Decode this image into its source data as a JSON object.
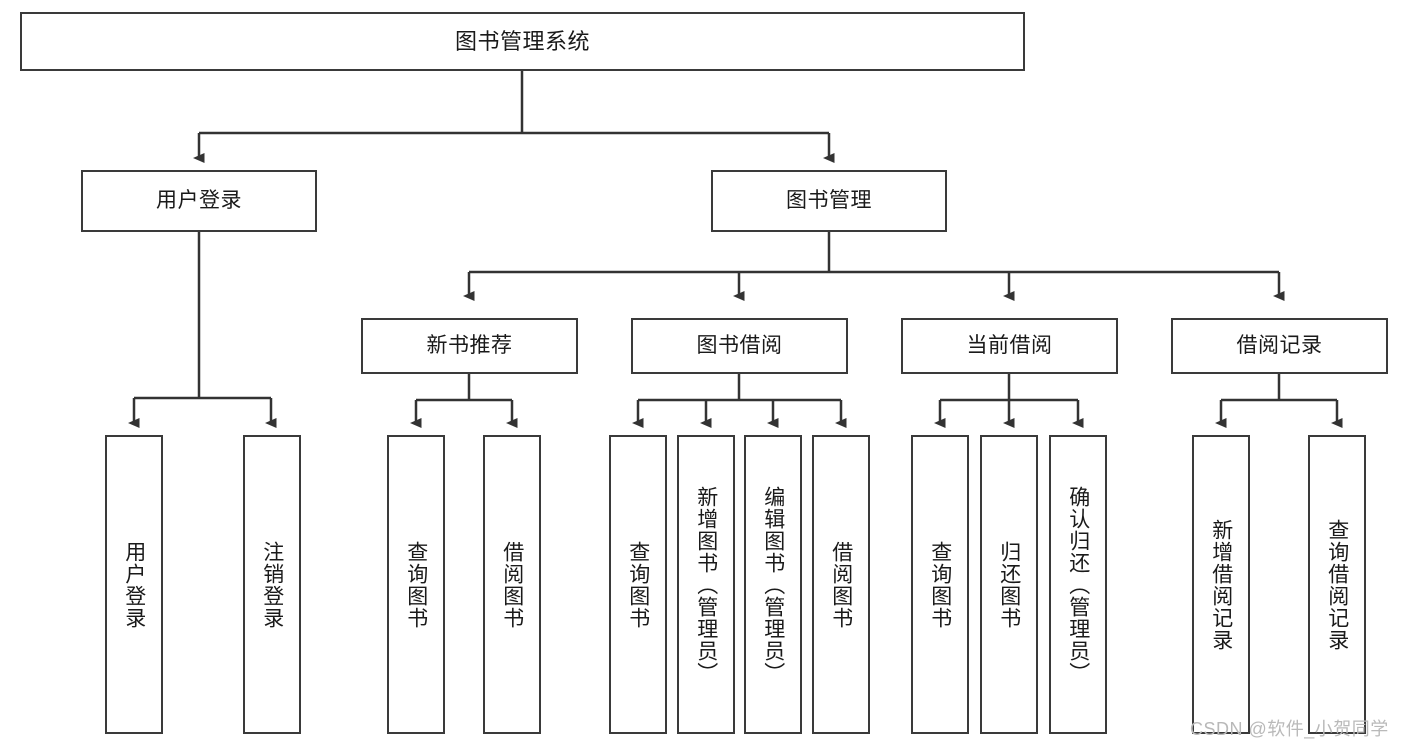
{
  "diagram": {
    "title": "图书管理系统",
    "type": "tree-hierarchy",
    "watermark": "CSDN @软件_小贺同学",
    "colors": {
      "box_border": "#3a3a3a",
      "box_fill": "#ffffff",
      "connector": "#333333",
      "text": "#1a1a1a",
      "watermark": "#b9b9b9",
      "background": "#ffffff"
    },
    "nodes": {
      "root": {
        "label": "图书管理系统"
      },
      "level2": [
        {
          "id": "user-login",
          "label": "用户登录"
        },
        {
          "id": "book-management",
          "label": "图书管理"
        }
      ],
      "level3": [
        {
          "id": "new-book-recommend",
          "label": "新书推荐"
        },
        {
          "id": "book-borrow",
          "label": "图书借阅"
        },
        {
          "id": "current-borrow",
          "label": "当前借阅"
        },
        {
          "id": "borrow-record",
          "label": "借阅记录"
        }
      ],
      "leaves": {
        "user_login": [
          {
            "id": "leaf-user-login",
            "label": "用户登录"
          },
          {
            "id": "leaf-logout",
            "label": "注销登录"
          }
        ],
        "new_book_recommend": [
          {
            "id": "leaf-query-book-1",
            "label": "查询图书"
          },
          {
            "id": "leaf-borrow-book-1",
            "label": "借阅图书"
          }
        ],
        "book_borrow": [
          {
            "id": "leaf-query-book-2",
            "label": "查询图书"
          },
          {
            "id": "leaf-add-book",
            "label": "新增图书（管理员）"
          },
          {
            "id": "leaf-edit-book",
            "label": "编辑图书（管理员）"
          },
          {
            "id": "leaf-borrow-book-2",
            "label": "借阅图书"
          }
        ],
        "current_borrow": [
          {
            "id": "leaf-query-book-3",
            "label": "查询图书"
          },
          {
            "id": "leaf-return-book",
            "label": "归还图书"
          },
          {
            "id": "leaf-confirm-return",
            "label": "确认归还（管理员）"
          }
        ],
        "borrow_record": [
          {
            "id": "leaf-add-record",
            "label": "新增借阅记录"
          },
          {
            "id": "leaf-query-record",
            "label": "查询借阅记录"
          }
        ]
      }
    }
  }
}
